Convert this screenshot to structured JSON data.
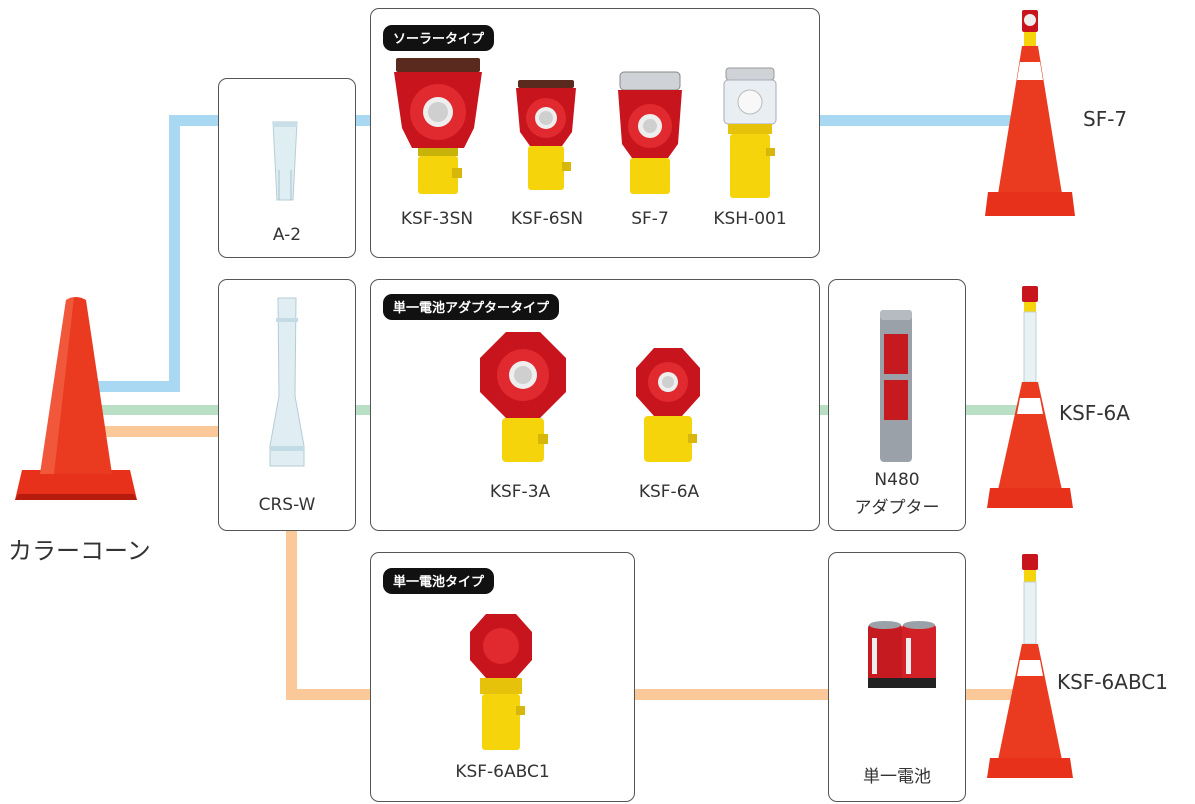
{
  "main_cone": {
    "label": "カラーコーン"
  },
  "adapters": {
    "a2": {
      "label": "A-2"
    },
    "crsw": {
      "label": "CRS-W"
    }
  },
  "groups": {
    "solar": {
      "tag": "ソーラータイプ",
      "items": [
        "KSF-3SN",
        "KSF-6SN",
        "SF-7",
        "KSH-001"
      ]
    },
    "adapter_type": {
      "tag": "単一電池アダプタータイプ",
      "items": [
        "KSF-3A",
        "KSF-6A"
      ]
    },
    "battery_type": {
      "tag": "単一電池タイプ",
      "items": [
        "KSF-6ABC1"
      ]
    }
  },
  "accessories": {
    "n480": {
      "line1": "N480",
      "line2": "アダプター"
    },
    "battery": {
      "label": "単一電池"
    }
  },
  "results": [
    "SF-7",
    "KSF-6A",
    "KSF-6ABC1"
  ],
  "colors": {
    "solar_line": "#a9d8f2",
    "adapter_line": "#b9dfc4",
    "battery_line": "#fbc89a",
    "cone": "#e8311a",
    "lamp_red": "#d4151c",
    "base_yellow": "#f5d40c"
  }
}
